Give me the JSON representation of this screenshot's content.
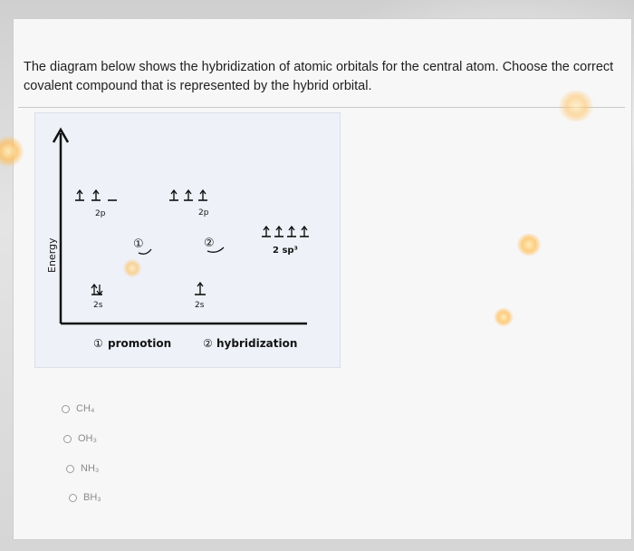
{
  "question": {
    "text": "The diagram below shows the hybridization of atomic orbitals for the central atom. Choose the correct covalent compound that is represented by the hybrid orbital."
  },
  "diagram": {
    "y_axis_label": "Energy",
    "ground": {
      "p_label": "2p",
      "s_label": "2s"
    },
    "step1_marker": "①",
    "promoted": {
      "p_label": "2p",
      "s_label": "2s"
    },
    "step2_marker": "②",
    "hybrid_label": "2 sp³",
    "legend": {
      "marker1": "①",
      "step1": "promotion",
      "marker2": "②",
      "step2": "hybridization"
    }
  },
  "options": [
    {
      "label": "CH₄"
    },
    {
      "label": "OH₃"
    },
    {
      "label": "NH₃"
    },
    {
      "label": "BH₃"
    }
  ],
  "colors": {
    "flare": "#ffbe5a",
    "text": "#1f1f1f",
    "option_text": "#8a8a8a"
  }
}
